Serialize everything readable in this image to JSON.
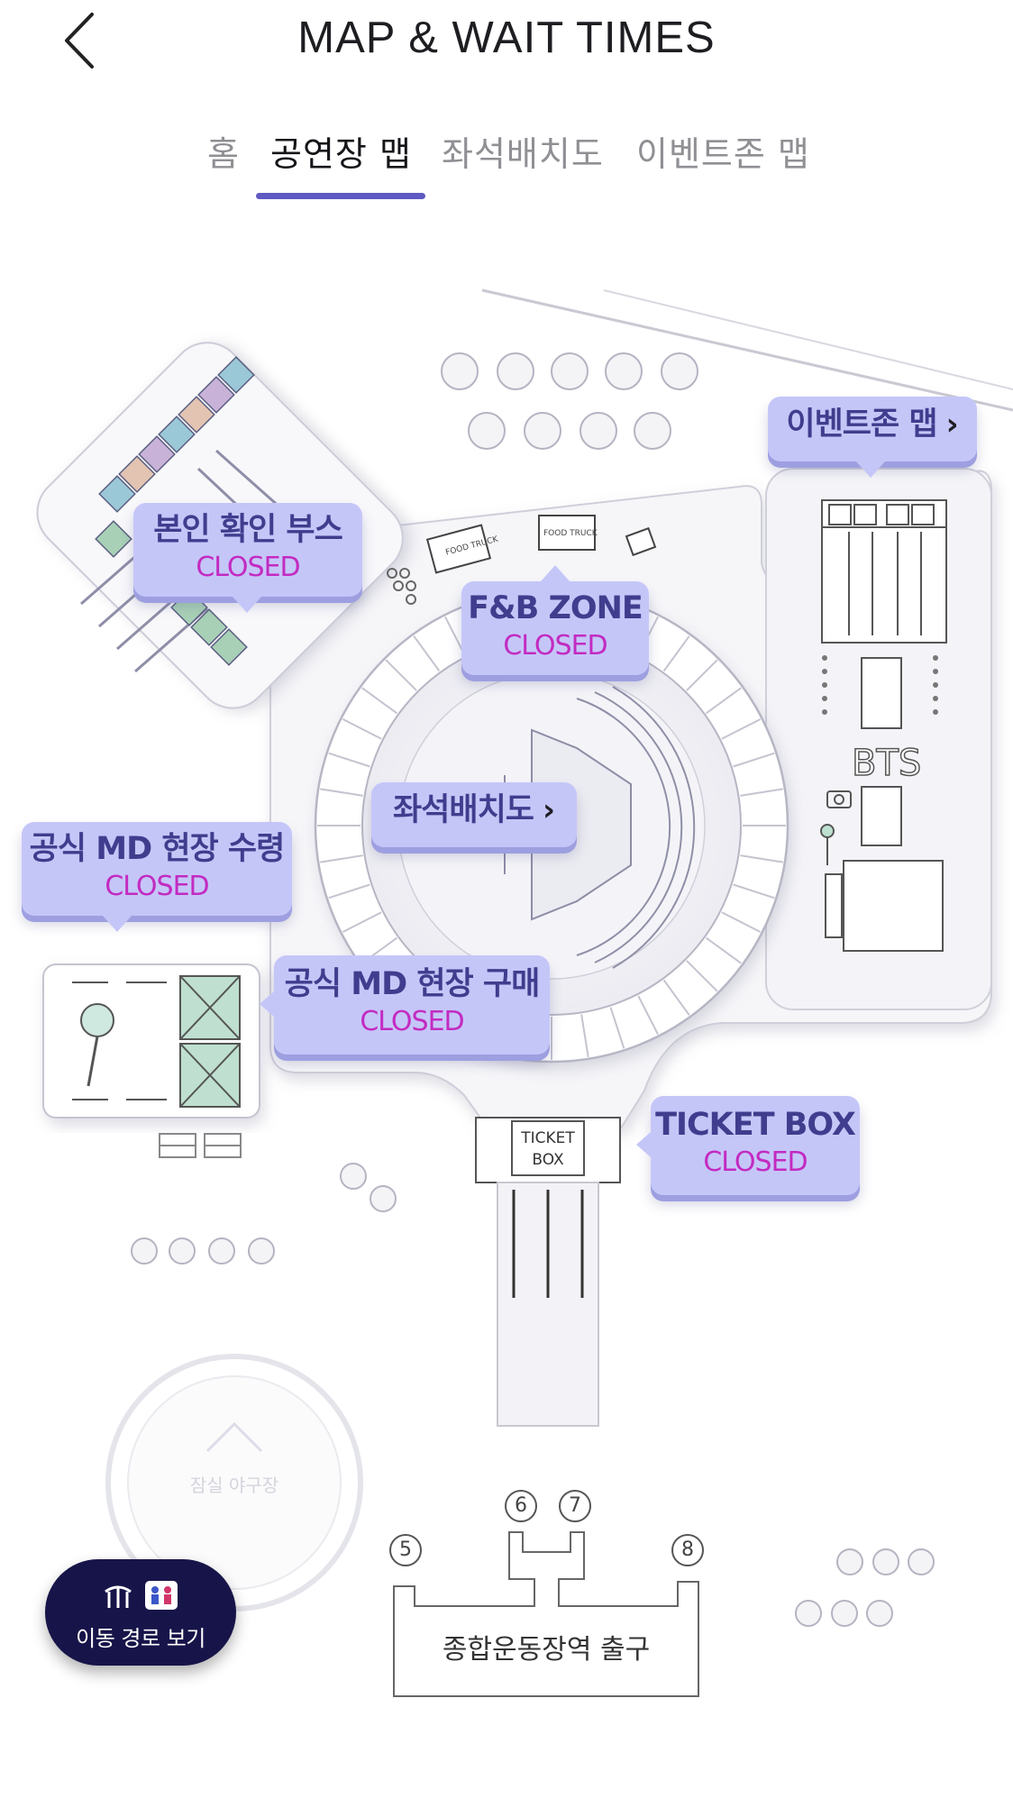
{
  "header": {
    "title": "MAP & WAIT TIMES"
  },
  "tabs": [
    {
      "label": "홈",
      "active": false
    },
    {
      "label": "공연장 맵",
      "active": true
    },
    {
      "label": "좌석배치도",
      "active": false
    },
    {
      "label": "이벤트존 맵",
      "active": false
    }
  ],
  "map": {
    "booth_identity": {
      "name": "본인 확인 부스",
      "status": "CLOSED"
    },
    "fnb_zone": {
      "name": "F&B ZONE",
      "status": "CLOSED"
    },
    "event_zone_link": {
      "name": "이벤트존 맵"
    },
    "seating_link": {
      "name": "좌석배치도"
    },
    "md_pickup": {
      "name": "공식 MD 현장 수령",
      "status": "CLOSED"
    },
    "md_purchase": {
      "name": "공식 MD 현장 구매",
      "status": "CLOSED"
    },
    "ticket_box": {
      "name": "TICKET BOX",
      "status": "CLOSED"
    },
    "food_truck_label": "FOOD TRUCK",
    "bts_label": "BTS",
    "ticket_box_sign": [
      "TICKET",
      "BOX"
    ],
    "station_exit": "종합운동장역 출구",
    "gates": [
      "5",
      "6",
      "7",
      "8"
    ],
    "baseball_stadium": "잠실 야구장"
  },
  "route_button": {
    "label": "이동 경로 보기"
  },
  "colors": {
    "accent": "#5f5ac3",
    "callout_bg": "#c5c6f8",
    "callout_text": "#403d8e",
    "closed_status": "#c22bc1",
    "route_button_bg": "#171449"
  }
}
